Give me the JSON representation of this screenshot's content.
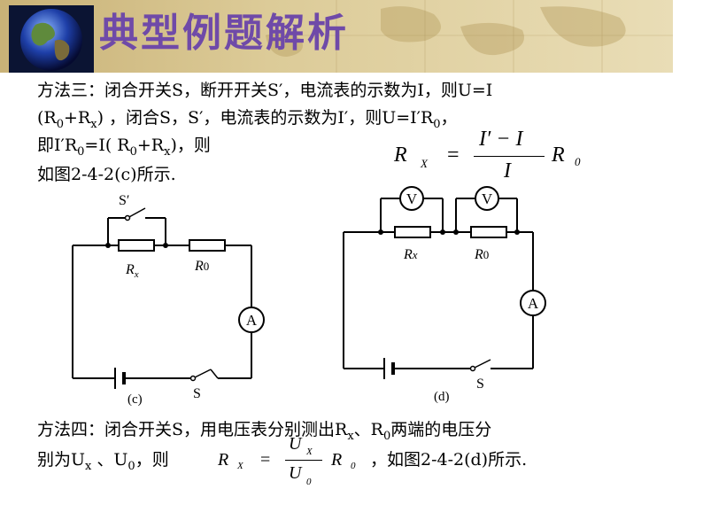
{
  "header": {
    "title": "典型例题解析"
  },
  "method3": {
    "line1": "方法三：闭合开关S，断开开关S′，电流表的示数为I，则U=I",
    "line2": {
      "a": "(R",
      "b": "0",
      "c": "+R",
      "d": "x",
      "e": ") ，闭合S，S′，电流表的示数为I′，则U=I′R",
      "f": "0",
      "g": "，"
    },
    "line3": {
      "a": "即I′R",
      "b": "0",
      "c": "=I( R",
      "d": "0",
      "e": "+R",
      "f": "x",
      "g": ")，则"
    },
    "line4": "如图2-4-2(c)所示."
  },
  "formula3": {
    "lhs": "R",
    "lhs_sub": "X",
    "eq": "=",
    "num": "I′ − I",
    "den": "I",
    "rhs": "R",
    "rhs_sub": "0"
  },
  "circuit_c": {
    "switch_top_label": "S′",
    "r1_label": "R",
    "r1_sub": "x",
    "r2_label": "R",
    "r2_sub": "0",
    "ammeter": "A",
    "switch_label": "S",
    "caption": "(c)"
  },
  "circuit_d": {
    "voltmeter1": "V",
    "voltmeter2": "V",
    "r1_label": "R",
    "r1_sub": "x",
    "r2_label": "R",
    "r2_sub": "0",
    "ammeter": "A",
    "switch_label": "S",
    "caption": "(d)"
  },
  "method4": {
    "line1": {
      "a": "方法四：闭合开关S，用电压表分别测出R",
      "b": "x",
      "c": "、R",
      "d": "0",
      "e": "两端的电压分"
    },
    "line2": {
      "a": "别为U",
      "b": "x",
      "c": " 、U",
      "d": "0",
      "e": "，则"
    },
    "line2_tail": "，如图2-4-2(d)所示."
  },
  "formula4": {
    "lhs": "R",
    "lhs_sub": "X",
    "eq": "=",
    "num": "U",
    "num_sub": "X",
    "den": "U",
    "den_sub": "0",
    "rhs": "R",
    "rhs_sub": "0"
  }
}
